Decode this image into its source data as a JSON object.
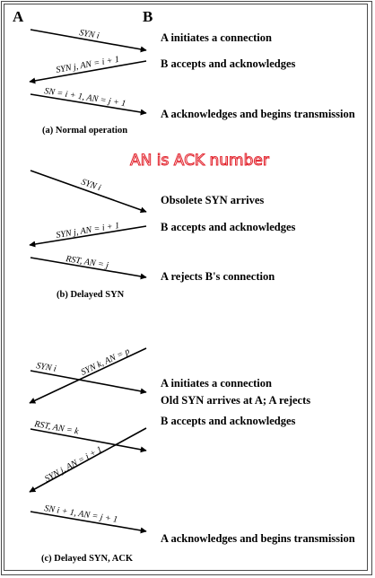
{
  "endpoints": {
    "a": "A",
    "b": "B"
  },
  "note": "AN is ACK number",
  "section_a": {
    "caption": "(a) Normal operation",
    "arrows": [
      "SYN i",
      "SYN j, AN = i + 1",
      "SN = i + 1, AN = j + 1"
    ],
    "descriptions": [
      "A initiates a connection",
      "B accepts and acknowledges",
      "A acknowledges and begins transmission"
    ]
  },
  "section_b": {
    "caption": "(b) Delayed SYN",
    "arrows": [
      "SYN i",
      "SYN j, AN = i + 1",
      "RST, AN = j"
    ],
    "descriptions": [
      "Obsolete SYN arrives",
      "B accepts and acknowledges",
      "A rejects B's connection"
    ]
  },
  "section_c": {
    "caption": "(c) Delayed SYN, ACK",
    "arrows": [
      "SYN i",
      "SYN k, AN = p",
      "RST, AN = k",
      "SYN j, AN = i + 1",
      "SN i + 1, AN = j + 1"
    ],
    "descriptions": [
      "A initiates a connection",
      "Old SYN arrives at A; A rejects",
      "B accepts and acknowledges",
      "A acknowledges and begins transmission"
    ]
  }
}
